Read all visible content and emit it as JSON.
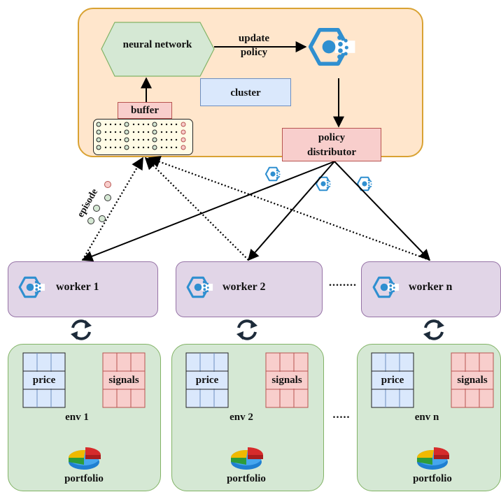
{
  "cluster": {
    "label": "cluster",
    "neural_network": "neural network",
    "update_policy_line1": "update",
    "update_policy_line2": "policy",
    "buffer": "buffer",
    "distributor_line1": "policy",
    "distributor_line2": "distributor"
  },
  "episode_label": "episode",
  "workers": [
    {
      "label": "worker 1"
    },
    {
      "label": "worker 2"
    },
    {
      "label": "worker n"
    }
  ],
  "worker_ellipsis": "........",
  "envs": [
    {
      "price": "price",
      "signals": "signals",
      "label": "env 1",
      "portfolio": "portfolio"
    },
    {
      "price": "price",
      "signals": "signals",
      "label": "env 2",
      "portfolio": "portfolio"
    },
    {
      "price": "price",
      "signals": "signals",
      "label": "env n",
      "portfolio": "portfolio"
    }
  ],
  "env_ellipsis": ".....",
  "colors": {
    "cluster_fill": "#ffe6cc",
    "cluster_stroke": "#d9a233",
    "nn_fill": "#d5e8d4",
    "nn_stroke": "#82b366",
    "label_fill": "#dae8fc",
    "pink_fill": "#f8cecc",
    "worker_fill": "#e1d5e7",
    "env_fill": "#d5e8d4",
    "policy_icon": "#2f8fd0"
  },
  "icons": [
    "policy-icon",
    "cycle-arrows-icon",
    "pie-chart-icon"
  ]
}
